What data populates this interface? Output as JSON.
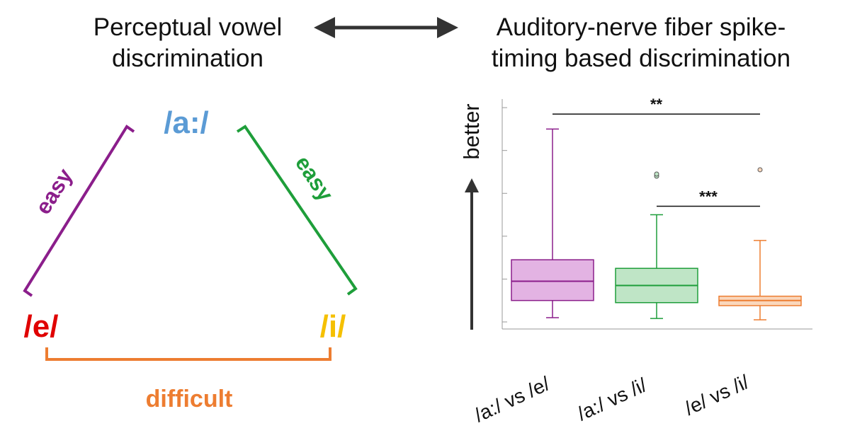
{
  "header": {
    "left_line1": "Perceptual vowel",
    "left_line2": "discrimination",
    "right_line1": "Auditory-nerve fiber spike-",
    "right_line2": "timing based discrimination"
  },
  "triangle": {
    "vowel_top": "/a:/",
    "vowel_left": "/e/",
    "vowel_right": "/i/",
    "left_side_label": "easy",
    "right_side_label": "easy",
    "bottom_label": "difficult",
    "colors": {
      "a": "#5b9bd5",
      "e": "#e00000",
      "i": "#f5c000",
      "left_side": "#8b1e8b",
      "right_side": "#1e9e3a",
      "bottom": "#ed7d31"
    }
  },
  "chart_data": {
    "type": "box",
    "ylabel": "better",
    "ylim": [
      0,
      5.2
    ],
    "grid": false,
    "categories": [
      "/a:/ vs /e/",
      "/a:/ vs /i/",
      "/e/ vs /i/"
    ],
    "boxes": [
      {
        "name": "/a:/ vs /e/",
        "color": "#8b1e8b",
        "fill": "#e3b3e3",
        "whisker_low": 0.1,
        "q1": 0.5,
        "median": 0.95,
        "q3": 1.45,
        "whisker_high": 4.5,
        "outliers": []
      },
      {
        "name": "/a:/ vs /i/",
        "color": "#1e9e3a",
        "fill": "#bfe5c6",
        "whisker_low": 0.08,
        "q1": 0.45,
        "median": 0.85,
        "q3": 1.25,
        "whisker_high": 2.5,
        "outliers": [
          3.4,
          3.45
        ]
      },
      {
        "name": "/e/ vs /i/",
        "color": "#ed7d31",
        "fill": "#fad7bc",
        "whisker_low": 0.05,
        "q1": 0.38,
        "median": 0.5,
        "q3": 0.6,
        "whisker_high": 1.9,
        "outliers": [
          3.55
        ]
      }
    ],
    "significance": [
      {
        "from": 0,
        "to": 2,
        "label": "**",
        "level": 4.85
      },
      {
        "from": 1,
        "to": 2,
        "label": "***",
        "level": 2.7
      }
    ]
  }
}
